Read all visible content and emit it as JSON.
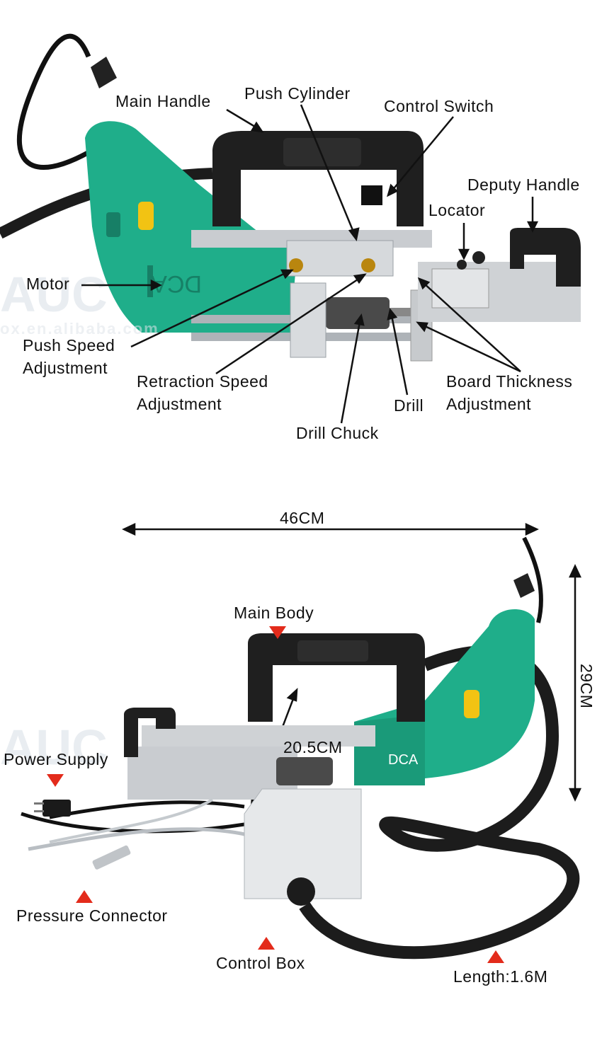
{
  "top_diagram": {
    "labels": {
      "main_handle": "Main Handle",
      "push_cylinder": "Push Cylinder",
      "control_switch": "Control Switch",
      "deputy_handle": "Deputy Handle",
      "locator": "Locator",
      "motor": "Motor",
      "push_speed": "Push Speed\nAdjustment",
      "retraction_speed": "Retraction Speed\nAdjustment",
      "drill": "Drill",
      "board_thickness": "Board Thickness\nAdjustment",
      "drill_chuck": "Drill Chuck"
    },
    "brand_mark": "DCA"
  },
  "bottom_diagram": {
    "labels": {
      "width": "46CM",
      "height": "29CM",
      "depth": "20.5CM",
      "main_body": "Main Body",
      "power_supply": "Power Supply",
      "pressure_connector": "Pressure Connector",
      "control_box": "Control Box",
      "length": "Length:1.6M"
    },
    "brand_mark": "DCA"
  },
  "watermark": {
    "brand": "AUC",
    "site": "ox.en.alibaba.com"
  },
  "colors": {
    "tool_green": "#1fae8a",
    "handle_black": "#1f1f1f",
    "metal": "#c9ccd0",
    "arrow": "#111111",
    "marker_red": "#e32b1b",
    "switch_yellow": "#f2c313"
  }
}
